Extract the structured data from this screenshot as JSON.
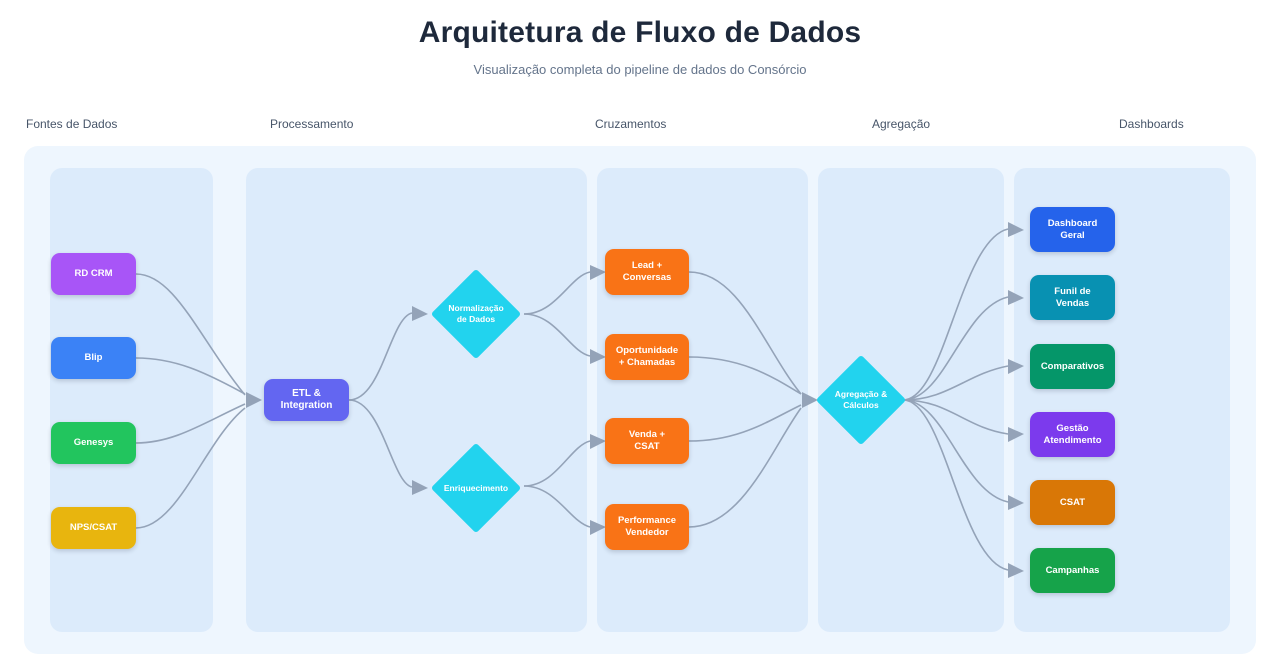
{
  "header": {
    "title": "Arquitetura de Fluxo de Dados",
    "subtitle": "Visualização completa do pipeline de dados do Consórcio"
  },
  "columns": [
    {
      "label": "Fontes de Dados"
    },
    {
      "label": "Processamento"
    },
    {
      "label": "Cruzamentos"
    },
    {
      "label": "Agregação"
    },
    {
      "label": "Dashboards"
    }
  ],
  "sources": [
    {
      "label": "RD CRM",
      "color": "#a855f7"
    },
    {
      "label": "Blip",
      "color": "#3b82f6"
    },
    {
      "label": "Genesys",
      "color": "#22c55e"
    },
    {
      "label": "NPS/CSAT",
      "color": "#e8b50e"
    }
  ],
  "processing": {
    "etl": {
      "label": "ETL &\nIntegration",
      "line1": "ETL &",
      "line2": "Integration",
      "color": "#6366f1"
    },
    "transforms": [
      {
        "line1": "Normalização",
        "line2": "de Dados",
        "color": "#22d3ee"
      },
      {
        "line1": "Enriquecimento",
        "line2": "",
        "color": "#22d3ee"
      }
    ]
  },
  "crossings": [
    {
      "line1": "Lead +",
      "line2": "Conversas",
      "color": "#f97316"
    },
    {
      "line1": "Oportunidade",
      "line2": "+ Chamadas",
      "color": "#f97316"
    },
    {
      "line1": "Venda +",
      "line2": "CSAT",
      "color": "#f97316"
    },
    {
      "line1": "Performance",
      "line2": "Vendedor",
      "color": "#f97316"
    }
  ],
  "aggregation": {
    "line1": "Agregação &",
    "line2": "Cálculos",
    "color": "#22d3ee"
  },
  "dashboards": [
    {
      "line1": "Dashboard",
      "line2": "Geral",
      "color": "#2563eb"
    },
    {
      "line1": "Funil de",
      "line2": "Vendas",
      "color": "#0891b2"
    },
    {
      "line1": "Comparativos",
      "line2": "",
      "color": "#059669"
    },
    {
      "line1": "Gestão",
      "line2": "Atendimento",
      "color": "#7c3aed"
    },
    {
      "line1": "CSAT",
      "line2": "",
      "color": "#d97706"
    },
    {
      "line1": "Campanhas",
      "line2": "",
      "color": "#16a34a"
    }
  ],
  "theme": {
    "canvas_bg": "#eef6fe",
    "band_bg": "#dcebfb",
    "link_color": "#94a3b8",
    "title_color": "#1e293b",
    "subtitle_color": "#64748b"
  }
}
